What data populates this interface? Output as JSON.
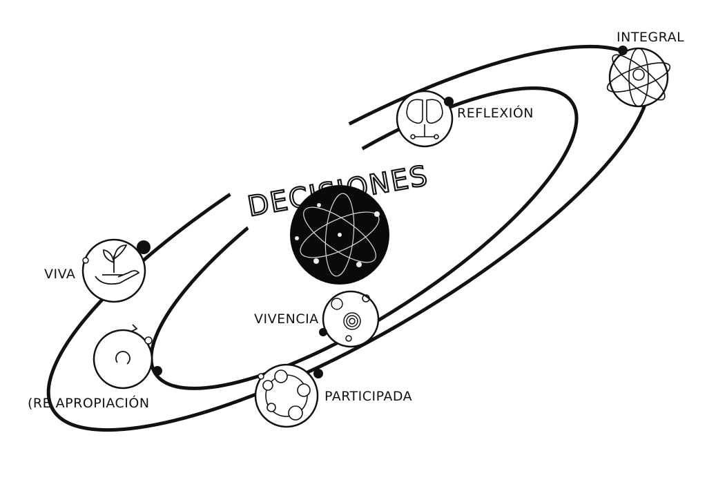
{
  "diagram": {
    "center_label": "DECISIONES",
    "nodes": {
      "integral": "INTEGRAL",
      "reflexion": "REFLEXIÓN",
      "viva": "VIVA",
      "reapropiacion": "(RE APROPIACIÓN",
      "vivencia": "VIVENCIA",
      "participada": "PARTICIPADA"
    },
    "colors": {
      "ink": "#111111",
      "background": "#ffffff"
    }
  }
}
